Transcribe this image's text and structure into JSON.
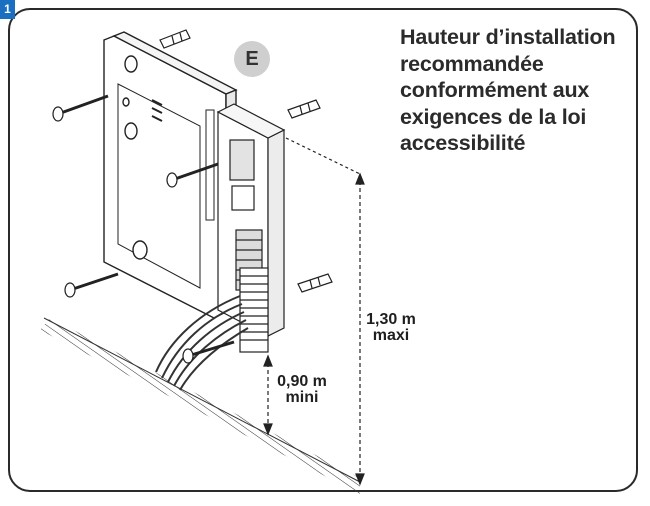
{
  "corner_tab": "1",
  "step_badge": "E",
  "heading": {
    "lines": [
      "Hauteur d’installation",
      "recommandée",
      "conformément aux",
      "exigences de la loi",
      "accessibilité"
    ]
  },
  "dimension_max": {
    "value": "1,30 m",
    "unit_note": "maxi"
  },
  "dimension_min": {
    "value": "0,90 m",
    "unit_note": "mini"
  }
}
